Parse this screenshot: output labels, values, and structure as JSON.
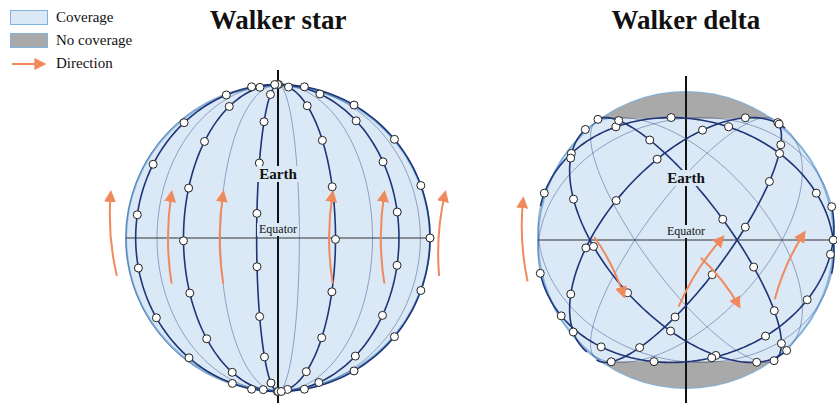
{
  "diagram": {
    "nodes": [
      {
        "text": [
          "Walker star",
          "Earth",
          "Equator"
        ]
      },
      {
        "text": [
          "Walker delta",
          "Earth",
          "Equator"
        ]
      }
    ],
    "legend": [
      {
        "text": "Coverage",
        "color": "#dbe8f6"
      },
      {
        "text": "No coverage",
        "color": "#a9a9a9"
      },
      {
        "text": "Direction"
      }
    ]
  }
}
